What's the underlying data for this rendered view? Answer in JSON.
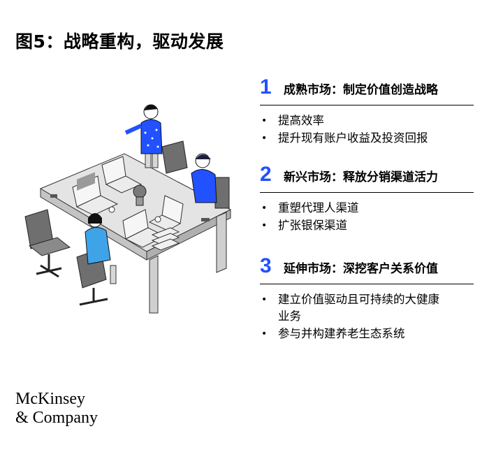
{
  "title": "图5：战略重构，驱动发展",
  "sections": [
    {
      "number": "1",
      "heading": "成熟市场：制定价值创造战略",
      "items": [
        "提高效率",
        "提升现有账户收益及投资回报"
      ]
    },
    {
      "number": "2",
      "heading": "新兴市场：释放分销渠道活力",
      "items": [
        "重塑代理人渠道",
        "扩张银保渠道"
      ]
    },
    {
      "number": "3",
      "heading": "延伸市场：深挖客户关系价值",
      "items": [
        "建立价值驱动且可持续的大健康业务",
        "参与并构建养老生态系统"
      ]
    }
  ],
  "logo": {
    "line1": "McKinsey",
    "line2": "& Company"
  },
  "colors": {
    "accent": "#2251ff"
  }
}
